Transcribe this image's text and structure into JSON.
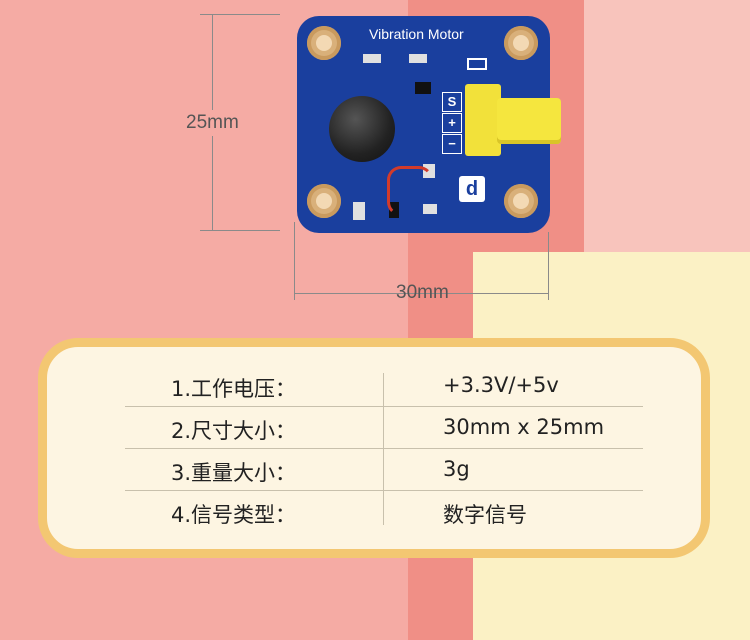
{
  "dimensions": {
    "height_label": "25mm",
    "width_label": "30mm"
  },
  "board": {
    "title": "Vibration Motor",
    "pins": [
      "S",
      "+",
      "−"
    ]
  },
  "specs": [
    {
      "label": "1.工作电压：",
      "value": "+3.3V/+5v"
    },
    {
      "label": "2.尺寸大小：",
      "value": "30mm x 25mm"
    },
    {
      "label": "3.重量大小：",
      "value": "3g"
    },
    {
      "label": "4.信号类型：",
      "value": "数字信号"
    }
  ],
  "colors": {
    "board": "#1a3f9e",
    "card_border": "#f3c772",
    "card_bg": "#fdf5e2",
    "connector": "#f2e13a"
  }
}
